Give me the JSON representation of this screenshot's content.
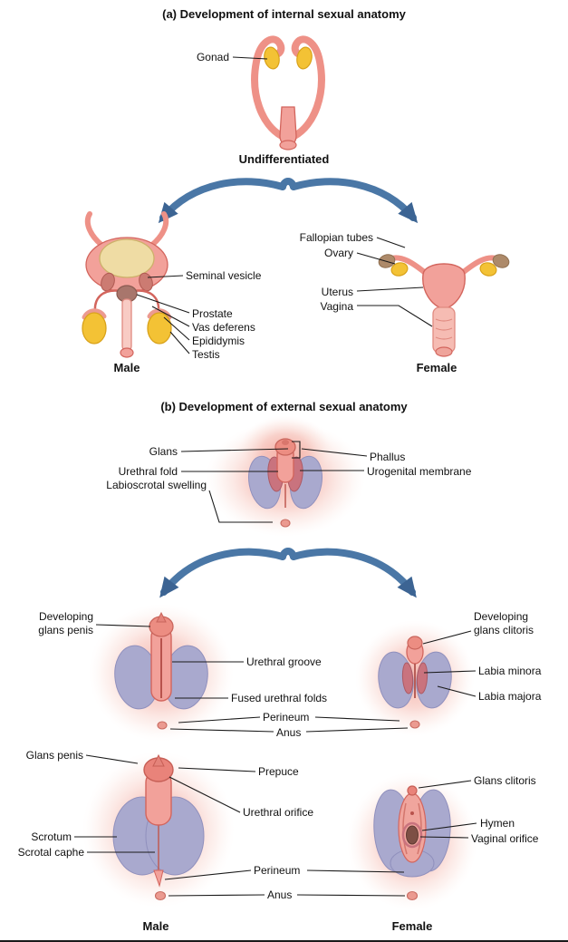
{
  "figure": {
    "section_a": {
      "title": "(a) Development of internal sexual anatomy",
      "gonad": "Gonad",
      "undifferentiated": "Undifferentiated",
      "male": {
        "title": "Male",
        "seminal_vesicle": "Seminal vesicle",
        "prostate": "Prostate",
        "vas_deferens": "Vas deferens",
        "epididymis": "Epididymis",
        "testis": "Testis"
      },
      "female": {
        "title": "Female",
        "fallopian_tubes": "Fallopian tubes",
        "ovary": "Ovary",
        "uterus": "Uterus",
        "vagina": "Vagina"
      }
    },
    "section_b": {
      "title": "(b) Development of external sexual anatomy",
      "undifferentiated": {
        "glans": "Glans",
        "urethral_fold": "Urethral fold",
        "labioscrotal_swelling": "Labioscrotal swelling",
        "phallus": "Phallus",
        "urogenital_membrane": "Urogenital membrane"
      },
      "developing": {
        "developing_glans_penis_line1": "Developing",
        "developing_glans_penis_line2": "glans penis",
        "urethral_groove": "Urethral groove",
        "fused_urethral_folds": "Fused urethral folds",
        "perineum": "Perineum",
        "anus": "Anus",
        "developing_glans_clitoris_line1": "Developing",
        "developing_glans_clitoris_line2": "glans clitoris",
        "labia_minora": "Labia minora",
        "labia_majora": "Labia majora"
      },
      "mature": {
        "glans_penis": "Glans penis",
        "scrotum": "Scrotum",
        "scrotal_raphe": "Scrotal caphe",
        "prepuce": "Prepuce",
        "urethral_orifice": "Urethral orifice",
        "perineum": "Perineum",
        "anus": "Anus",
        "glans_clitoris": "Glans clitoris",
        "hymen": "Hymen",
        "vaginal_orifice": "Vaginal orifice",
        "male": "Male",
        "female": "Female"
      }
    },
    "colors": {
      "tissue_pink": "#f2a19a",
      "tissue_outline": "#d3655d",
      "gonad_yellow": "#f3c235",
      "lavender_swelling": "#a9a9ce",
      "fold_dark_pink": "#c9737e",
      "arrow_blue": "#4a77a6",
      "leader_line": "#1a1a1a"
    }
  }
}
